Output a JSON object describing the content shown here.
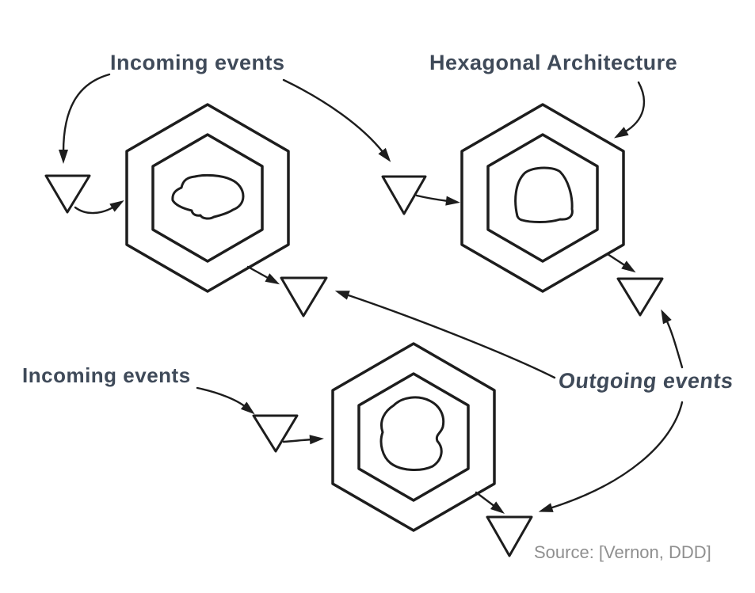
{
  "title": "Hexagonal Architecture diagram",
  "colors": {
    "background": "#ffffff",
    "line": "#1d1d1d",
    "label_text": "#3f4a59",
    "source_text": "#8f8f8f",
    "shape_fill": "#ffffff"
  },
  "labels": {
    "incoming_top": "Incoming events",
    "hexagonal_architecture": "Hexagonal Architecture",
    "incoming_bottom": "Incoming events",
    "outgoing": "Outgoing events",
    "source": "Source: [Vernon, DDD]"
  },
  "diagram": {
    "style": "hand-drawn sketch, black ink on white",
    "nodes": [
      {
        "id": "hexagon-top-left",
        "kind": "hexagonal-component",
        "shape": "double hexagon with irregular domain blob inside"
      },
      {
        "id": "hexagon-top-right",
        "kind": "hexagonal-component",
        "shape": "double hexagon with dome-shaped domain blob inside",
        "annotated_by": "Hexagonal Architecture"
      },
      {
        "id": "hexagon-bottom",
        "kind": "hexagonal-component",
        "shape": "double hexagon with irregular domain blob inside"
      }
    ],
    "event_markers": [
      {
        "id": "triangle-left",
        "role": "incoming event into hexagon-top-left"
      },
      {
        "id": "triangle-top-middle",
        "role": "incoming event into hexagon-top-right"
      },
      {
        "id": "triangle-middle",
        "role": "outgoing event from hexagon-top-left"
      },
      {
        "id": "triangle-right",
        "role": "outgoing event from hexagon-top-right"
      },
      {
        "id": "triangle-bottom-left",
        "role": "incoming event into hexagon-bottom"
      },
      {
        "id": "triangle-bottom",
        "role": "outgoing event from hexagon-bottom"
      }
    ],
    "connections": [
      {
        "from": "label incoming_top",
        "to": "triangle-left",
        "type": "annotation arrow"
      },
      {
        "from": "label incoming_top",
        "to": "triangle-top-middle",
        "type": "annotation arrow"
      },
      {
        "from": "label hexagonal_architecture",
        "to": "hexagon-top-right",
        "type": "annotation arrow"
      },
      {
        "from": "triangle-left",
        "to": "hexagon-top-left",
        "type": "flow arrow"
      },
      {
        "from": "triangle-top-middle",
        "to": "hexagon-top-right",
        "type": "flow arrow"
      },
      {
        "from": "hexagon-top-left",
        "to": "triangle-middle",
        "type": "flow arrow"
      },
      {
        "from": "hexagon-top-right",
        "to": "triangle-right",
        "type": "flow arrow"
      },
      {
        "from": "hexagon-bottom",
        "to": "triangle-bottom",
        "type": "flow arrow"
      },
      {
        "from": "label outgoing",
        "to": "triangle-middle",
        "type": "annotation arrow"
      },
      {
        "from": "label outgoing",
        "to": "triangle-right",
        "type": "annotation arrow"
      },
      {
        "from": "label outgoing",
        "to": "triangle-bottom",
        "type": "annotation arrow"
      },
      {
        "from": "label incoming_bottom",
        "to": "triangle-bottom-left",
        "type": "annotation arrow"
      },
      {
        "from": "triangle-bottom-left",
        "to": "hexagon-bottom",
        "type": "flow arrow"
      }
    ]
  }
}
